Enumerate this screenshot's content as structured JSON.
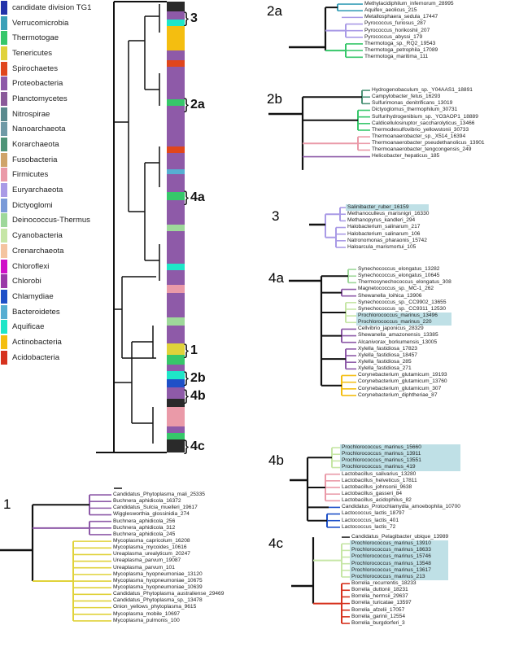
{
  "legend": [
    {
      "label": "candidate division TG1",
      "color": "#2233aa"
    },
    {
      "label": "Verrucomicrobia",
      "color": "#3aa0b8"
    },
    {
      "label": "Thermotogae",
      "color": "#36c76a"
    },
    {
      "label": "Tenericutes",
      "color": "#e0d23a"
    },
    {
      "label": "Spirochaetes",
      "color": "#e0461c"
    },
    {
      "label": "Proteobacteria",
      "color": "#8e5aa8"
    },
    {
      "label": "Planctomycetes",
      "color": "#8a5a9a"
    },
    {
      "label": "Nitrospirae",
      "color": "#5a8a8e"
    },
    {
      "label": "Nanoarchaeota",
      "color": "#6f9aa6"
    },
    {
      "label": "Korarchaeota",
      "color": "#4e9478"
    },
    {
      "label": "Fusobacteria",
      "color": "#cfa46a"
    },
    {
      "label": "Firmicutes",
      "color": "#ea9aa8"
    },
    {
      "label": "Euryarchaeota",
      "color": "#a99ae6"
    },
    {
      "label": "Dictyoglomi",
      "color": "#7a9ad8"
    },
    {
      "label": "Deinococcus-Thermus",
      "color": "#9ed89a"
    },
    {
      "label": "Cyanobacteria",
      "color": "#c6e6a6"
    },
    {
      "label": "Crenarchaeota",
      "color": "#f4c4a0"
    },
    {
      "label": "Chloroflexi",
      "color": "#d010c8"
    },
    {
      "label": "Chlorobi",
      "color": "#9a3aa8"
    },
    {
      "label": "Chlamydiae",
      "color": "#1e50c8"
    },
    {
      "label": "Bacteroidetes",
      "color": "#56aed2"
    },
    {
      "label": "Aquificae",
      "color": "#1ee6c8"
    },
    {
      "label": "Actinobacteria",
      "color": "#f4be10"
    },
    {
      "label": "Acidobacteria",
      "color": "#d6321e"
    }
  ],
  "main_markers": [
    "3",
    "2a",
    "4a",
    "1",
    "2b",
    "4b",
    "4c"
  ],
  "panels": {
    "p2a": {
      "label": "2a",
      "taxa": [
        "Methylacidiphilum_infernorum_28995",
        "Aquifex_aeolicus_215",
        "Metallosphaera_sedula_17447",
        "Pyrococcus_furiosus_287",
        "Pyrococcus_horikoshii_207",
        "Pyrococcus_abyssi_179",
        "Thermotoga_sp._RQ2_19543",
        "Thermotoga_petrophila_17089",
        "Thermotoga_maritima_111"
      ]
    },
    "p2b": {
      "label": "2b",
      "taxa": [
        "Hydrogenobaculum_sp._Y04AAS1_18891",
        "Campylobacter_fetus_16293",
        "Sulfurimonas_denitrificans_13019",
        "Dictyoglomus_thermophilum_30731",
        "Sulfurihydrogenibium_sp._YO3AOP1_18889",
        "Caldicellulosiruptor_saccharolyticus_13466",
        "Thermodesulfovibrio_yellowstonii_30733",
        "Thermoanaerobacter_sp._X514_16394",
        "Thermoanaerobacter_pseudethanolicus_13901",
        "Thermoanaerobacter_tengcongensis_249",
        "Helicobacter_hepaticus_185"
      ]
    },
    "p3": {
      "label": "3",
      "taxa": [
        "Salinibacter_ruber_16159",
        "Methanoculleus_marisnigri_16330",
        "Methanopyrus_kandleri_294",
        "Halobacterium_salinarum_217",
        "Halobacterium_salinarum_106",
        "Natronomonas_pharaonis_15742",
        "Haloarcula_marismortui_105"
      ]
    },
    "p4a": {
      "label": "4a",
      "taxa": [
        "Synechococcus_elongatus_13282",
        "Synechococcus_elongatus_10645",
        "Thermosynechococcus_elongatus_308",
        "Magnetococcus_sp._MC-1_262",
        "Shewanella_loihica_13906",
        "Synechococcus_sp._CC9902_13655",
        "Synechococcus_sp._CC9311_12530",
        "Prochlorococcus_marinus_13496",
        "Prochlorococcus_marinus_220",
        "Cellvibrio_japonicus_28329",
        "Shewanella_amazonensis_13385",
        "Alcanivorax_borkumensis_13005",
        "Xylella_fastidiosa_17823",
        "Xylella_fastidiosa_18457",
        "Xylella_fastidiosa_285",
        "Xylella_fastidiosa_271",
        "Corynebacterium_glutamicum_19193",
        "Corynebacterium_glutamicum_13760",
        "Corynebacterium_glutamicum_307",
        "Corynebacterium_diphtheriae_87"
      ]
    },
    "p4b": {
      "label": "4b",
      "taxa": [
        "Prochlorococcus_marinus_15660",
        "Prochlorococcus_marinus_13911",
        "Prochlorococcus_marinus_13551",
        "Prochlorococcus_marinus_419",
        "Lactobacillus_salivarius_13280",
        "Lactobacillus_helveticus_17811",
        "Lactobacillus_johnsonii_9638",
        "Lactobacillus_gasseri_84",
        "Lactobacillus_acidophilus_82",
        "Candidatus_Protochlamydia_amoebophila_10700",
        "Lactococcus_lactis_18797",
        "Lactococcus_lactis_401",
        "Lactococcus_lactis_72"
      ]
    },
    "p4c": {
      "label": "4c",
      "taxa": [
        "Candidatus_Pelagibacter_ubique_13989",
        "Prochlorococcus_marinus_13910",
        "Prochlorococcus_marinus_18633",
        "Prochlorococcus_marinus_15746",
        "Prochlorococcus_marinus_13548",
        "Prochlorococcus_marinus_13617",
        "Prochlorococcus_marinus_213",
        "Borrelia_recurrentis_18233",
        "Borrelia_duttonii_18231",
        "Borrelia_hermsii_29637",
        "Borrelia_turicatae_13597",
        "Borrelia_afzelii_17057",
        "Borrelia_garinii_12554",
        "Borrelia_burgdorferi_3"
      ]
    },
    "p1": {
      "label": "1",
      "taxa": [
        "Candidatus_Phytoplasma_mali_25335",
        "Buchnera_aphidicola_16372",
        "Candidatus_Sulcia_muelleri_19617",
        "Wigglesworthia_glossinidia_274",
        "Buchnera_aphidicola_256",
        "Buchnera_aphidicola_312",
        "Buchnera_aphidicola_245",
        "Mycoplasma_capricolum_16208",
        "Mycoplasma_mycoides_10616",
        "Ureaplasma_urealyticum_20247",
        "Ureaplasma_parvum_19087",
        "Ureaplasma_parvum_101",
        "Mycoplasma_hyopneumoniae_13120",
        "Mycoplasma_hyopneumoniae_10675",
        "Mycoplasma_hyopneumoniae_10639",
        "Candidatus_Phytoplasma_australiense_29469",
        "Candidatus_Phytoplasma_sp._13478",
        "Onion_yellows_phytoplasma_9615",
        "Mycoplasma_mobile_10697",
        "Mycoplasma_pulmonis_100"
      ]
    }
  }
}
